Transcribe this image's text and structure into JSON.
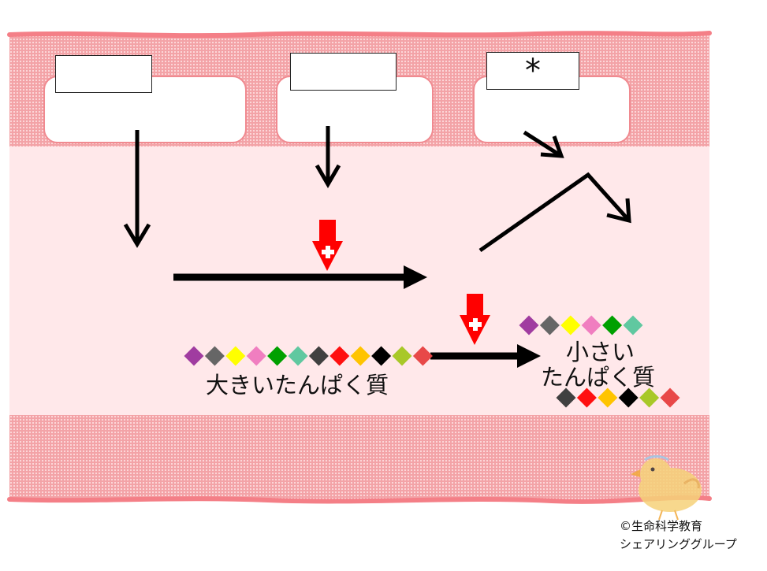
{
  "label_boxes": [
    "",
    "",
    "*"
  ],
  "big_protein_label": "大きいたんぱく質",
  "small_protein_label_line1": "小さい",
  "small_protein_label_line2": "たんぱく質",
  "credit_line1": "©生命科学教育",
  "credit_line2": "シェアリンググループ",
  "colors": {
    "tissue": "#f3a3a7",
    "membrane": "#f47f87",
    "lumen": "#ffe8ea",
    "enzyme_arrow": "#ff0000",
    "big_protein_beads": [
      "#a03ca0",
      "#666666",
      "#ffff00",
      "#f07ec0",
      "#00a000",
      "#60c8a0",
      "#404040",
      "#ff1010",
      "#ffc400",
      "#000000",
      "#a8c828",
      "#e84848"
    ],
    "small_protein_top_beads": [
      "#a03ca0",
      "#666666",
      "#ffff00",
      "#f07ec0",
      "#00a000",
      "#60c8a0"
    ],
    "small_protein_bottom_beads": [
      "#404040",
      "#ff1010",
      "#ffc400",
      "#000000",
      "#a8c828",
      "#e84848"
    ]
  }
}
